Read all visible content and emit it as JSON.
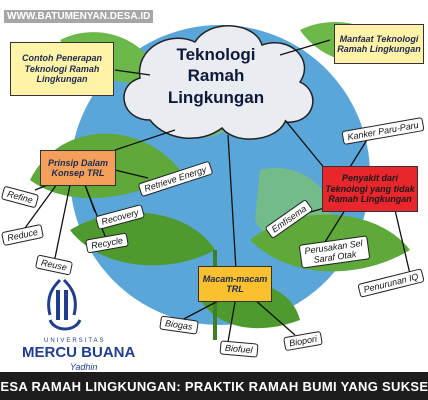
{
  "watermark": "WWW.BATUMENYAN.DESA.ID",
  "center": [
    "Teknologi",
    "Ramah",
    "Lingkungan"
  ],
  "boxes": {
    "contoh": [
      "Contoh Penerapan",
      "Teknologi Ramah",
      "Lingkungan"
    ],
    "manfaat": [
      "Manfaat Teknologi",
      "Ramah Lingkungan"
    ],
    "prinsip": [
      "Prinsip Dalam",
      "Konsep TRL"
    ],
    "penyakit": [
      "Penyakit dari",
      "Teknologi yang tidak",
      "Ramah Lingkungan"
    ],
    "macam": [
      "Macam-macam",
      "TRL"
    ]
  },
  "leaves": {
    "retrieve": "Retrieve Energy",
    "refine": "Refine",
    "reduce": "Reduce",
    "recovery": "Recovery",
    "recycle": "Recycle",
    "reuse": "Reuse",
    "kanker": "Kanker Paru-Paru",
    "emfisema": "Emfisema",
    "perusakan_1": "Perusakan Sel",
    "perusakan_2": "Saraf Otak",
    "penurunan": "Penurunan IQ",
    "biogas": "Biogas",
    "biofuel": "Biofuel",
    "biopori": "Biopori"
  },
  "logo": {
    "name": "MERCU BUANA",
    "sub": "UNIVERSITAS",
    "signature": "Yadhin"
  },
  "footer": "DESA RAMAH LINGKUNGAN: PRAKTIK RAMAH BUMI YANG SUKSES",
  "colors": {
    "box_fill": "#fff3a8",
    "prinsip_fill": "#f5a05a",
    "penyakit_fill": "#e8262c",
    "macam_fill": "#fbc02d",
    "globe_blue": "#5aa6d8",
    "leaf_green": "#5fa83a",
    "cloud_fill": "#e9edf1",
    "logo_blue": "#1f3e8e"
  }
}
